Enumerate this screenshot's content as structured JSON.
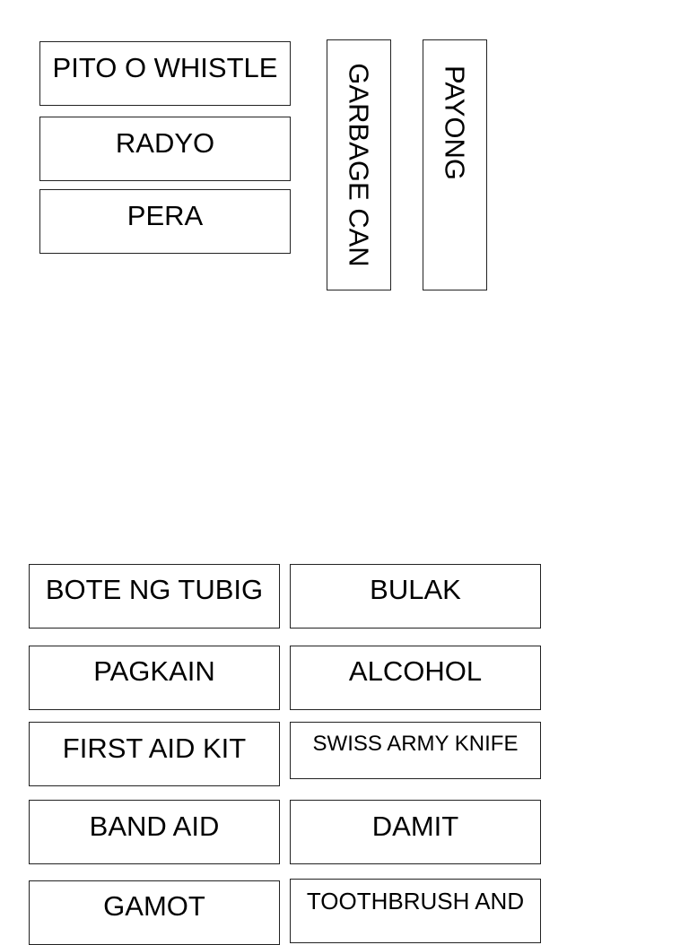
{
  "top_cards": {
    "whistle": "PITO O WHISTLE",
    "radio": "RADYO",
    "money": "PERA",
    "garbage_can": "GARBAGE CAN",
    "umbrella": "PAYONG"
  },
  "bottom_cards": {
    "water_bottle": "BOTE NG TUBIG",
    "cotton": "BULAK",
    "food": "PAGKAIN",
    "alcohol": "ALCOHOL",
    "first_aid_kit": "FIRST AID KIT",
    "swiss_army_knife": "SWISS ARMY KNIFE",
    "band_aid": "BAND AID",
    "clothes": "DAMIT",
    "medicine": "GAMOT",
    "toothbrush": "TOOTHBRUSH AND"
  }
}
